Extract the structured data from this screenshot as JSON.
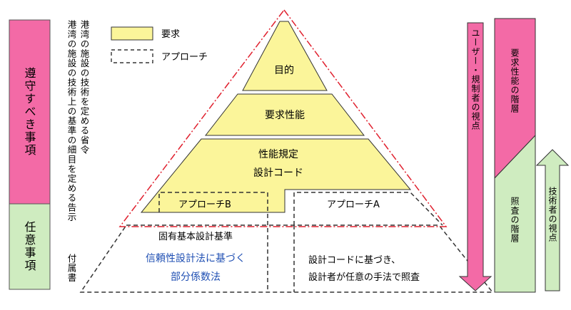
{
  "left_panel": {
    "mandatory_label": "遵守すべき事項",
    "optional_label": "任意事項",
    "colors": {
      "mandatory": "#f36aa6",
      "optional": "#cfecc0"
    }
  },
  "documents": {
    "ordinance": "港湾の施設の技術を定める省令",
    "notice": "港湾の施設の技術上の基準の細目を定める告示",
    "appendix": "付属書"
  },
  "legend": {
    "requirement": "要求",
    "approach": "アプローチ"
  },
  "pyramid": {
    "purpose": "目的",
    "performance": "要求性能",
    "perf_spec_line1": "性能規定",
    "perf_spec_line2": "設計コード",
    "approach_b": "アプローチB",
    "approach_a": "アプローチA",
    "basic_standard": "固有基本設計基準",
    "reliability_line1": "信頼性設計法に基づく",
    "reliability_line2": "部分係数法",
    "code_line1": "設計コードに基づき、",
    "code_line2": "設計者が任意の手法で照査",
    "colors": {
      "fill": "#fbf59a",
      "accent_text": "#1f4fb3",
      "red_line": "#e0202e"
    }
  },
  "right_panel": {
    "user_view": "ユーザー・規制者の視点",
    "requirement_hierarchy": "要求性能の階層",
    "verification_hierarchy": "照査の階層",
    "engineer_view": "技術者の視点"
  }
}
